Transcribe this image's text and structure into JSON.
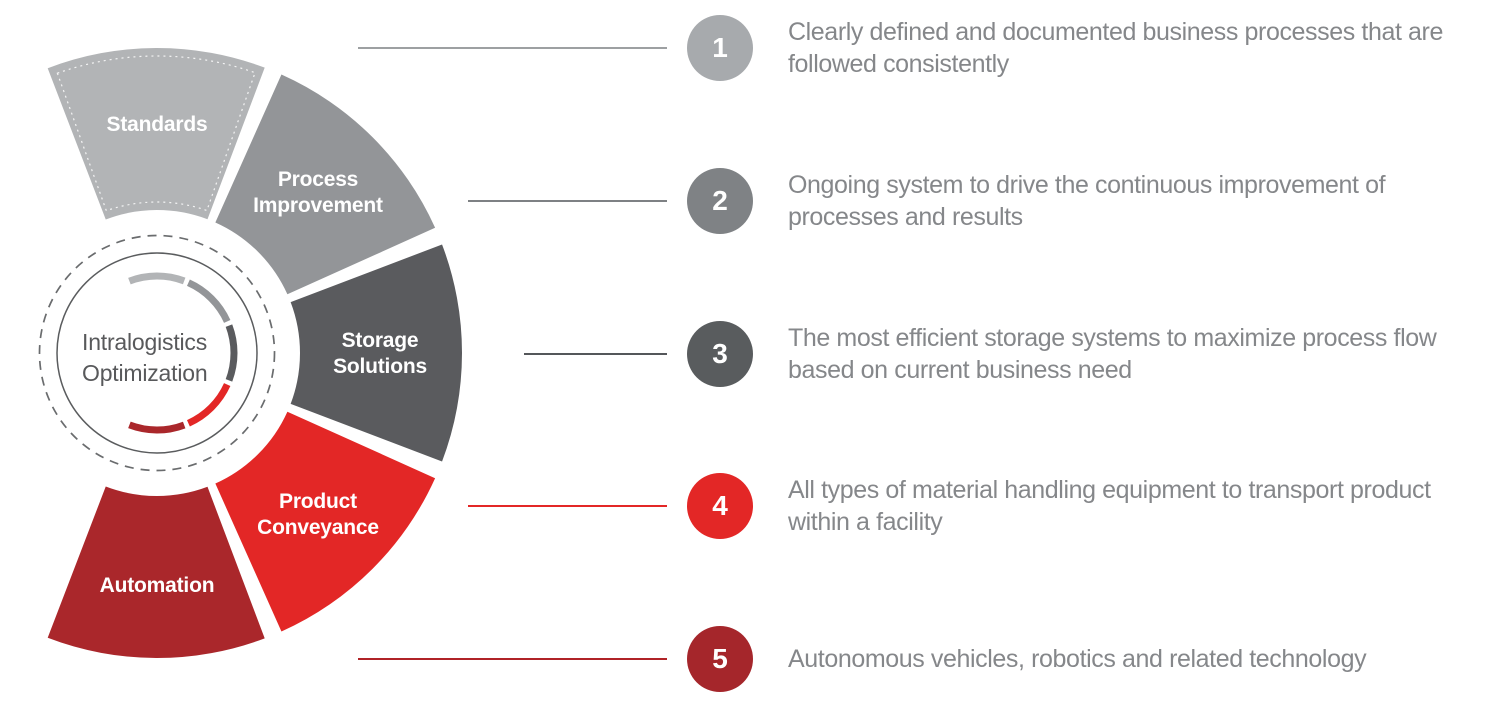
{
  "center": {
    "line1": "Intralogistics",
    "line2": "Optimization"
  },
  "wheel": {
    "segments": [
      {
        "label": "Standards",
        "color": "#b2b4b6"
      },
      {
        "label": "Process\nImprovement",
        "color": "#939598"
      },
      {
        "label": "Storage\nSolutions",
        "color": "#5a5b5e"
      },
      {
        "label": "Product\nConveyance",
        "color": "#e32726"
      },
      {
        "label": "Automation",
        "color": "#aa272b"
      }
    ],
    "ring_colors": {
      "solid": "#5a5c5e",
      "dashed": "#6a6c6e",
      "inset_dots": "#ffffff"
    }
  },
  "items": [
    {
      "number": "1",
      "circle_color": "#a7aaad",
      "line_color": "#9da0a2",
      "text": "Clearly defined and documented business processes that are followed consistently"
    },
    {
      "number": "2",
      "circle_color": "#7f8285",
      "line_color": "#7e8184",
      "text": "Ongoing system to drive the continuous improvement of processes and results"
    },
    {
      "number": "3",
      "circle_color": "#595c5e",
      "line_color": "#54575a",
      "text": "The most efficient storage systems to maximize process flow based on current business need"
    },
    {
      "number": "4",
      "circle_color": "#e32726",
      "line_color": "#e32726",
      "text": "All types of material handling equipment to transport product within a facility"
    },
    {
      "number": "5",
      "circle_color": "#a5262b",
      "line_color": "#b02327",
      "text": "Autonomous vehicles, robotics and related technology"
    }
  ]
}
